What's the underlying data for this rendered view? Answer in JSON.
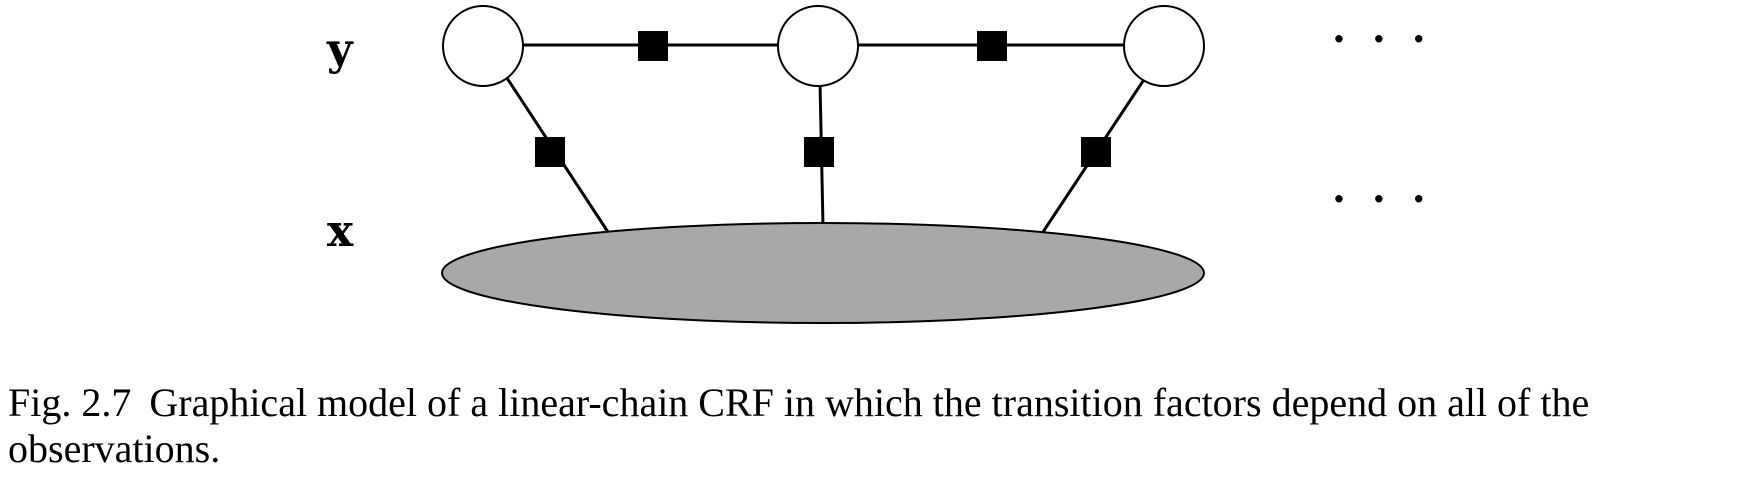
{
  "labels": {
    "y": "y",
    "x": "x",
    "continuation": "· · ·"
  },
  "caption": {
    "number": "Fig. 2.7",
    "text": "Graphical model of a linear-chain CRF in which the transition factors depend on all of the observations."
  },
  "colors": {
    "node_fill": "#ffffff",
    "stroke": "#000000",
    "factor_fill": "#000000",
    "observation_fill": "#a8a8a8"
  }
}
